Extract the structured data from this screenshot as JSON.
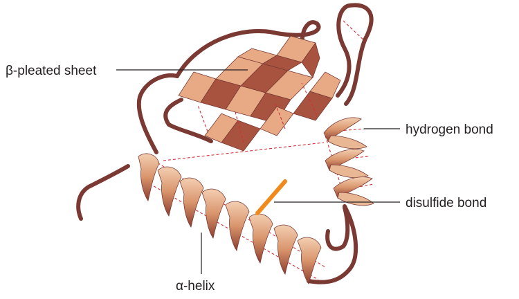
{
  "labels": {
    "beta_sheet": "β-pleated sheet",
    "hydrogen_bond": "hydrogen bond",
    "disulfide_bond": "disulfide bond",
    "alpha_helix": "α-helix"
  },
  "colors": {
    "backbone": "#7a3a33",
    "sheet_face": "#e7aa85",
    "sheet_shade": "#a7533f",
    "helix_light": "#e9b794",
    "helix_dark": "#8c3d2f",
    "disulfide": "#f08a1c",
    "hydrogen_bond": "#d2303a",
    "text": "#231f20"
  }
}
